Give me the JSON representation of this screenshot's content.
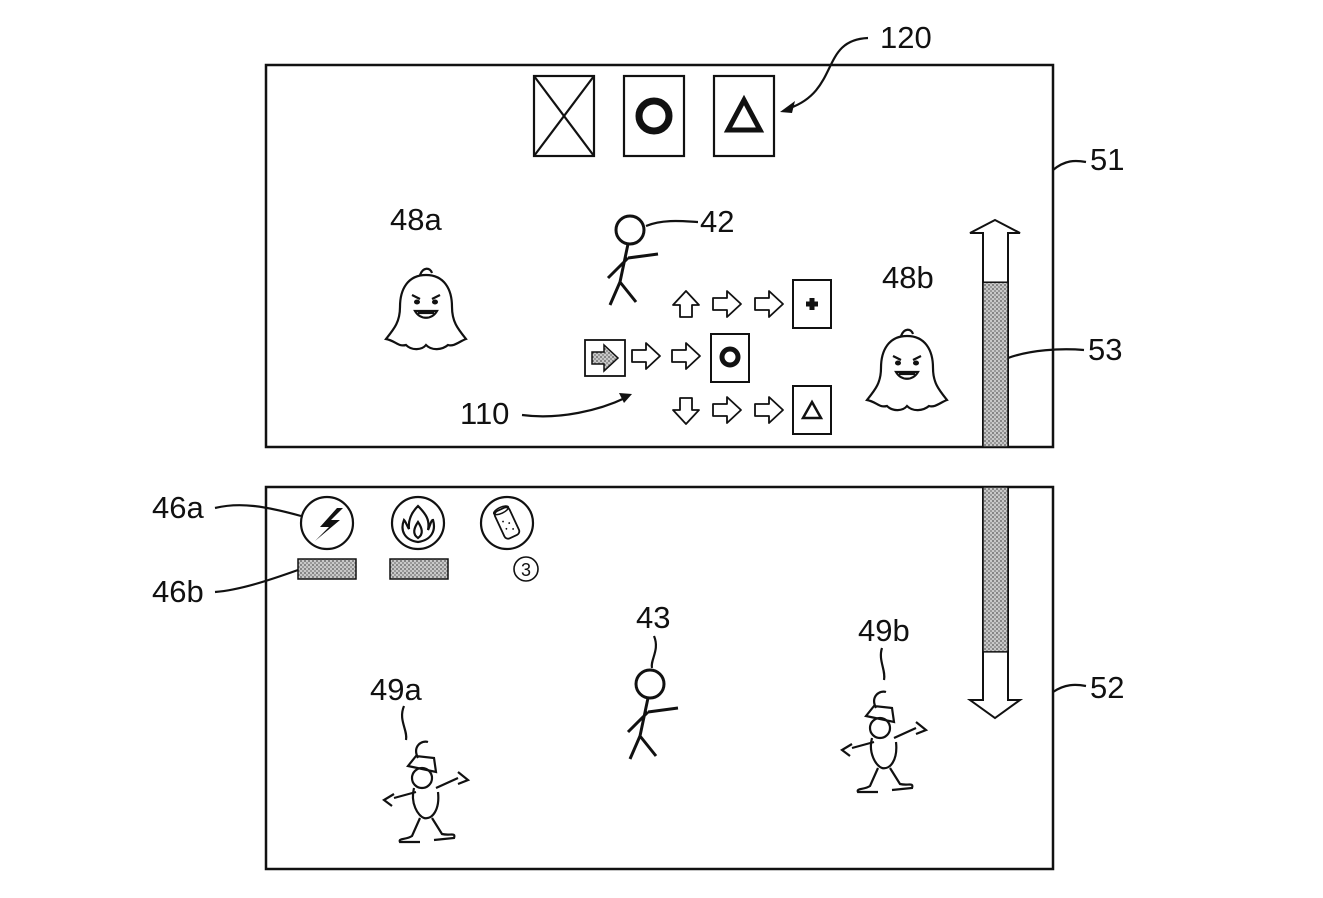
{
  "labels": {
    "ref_120": "120",
    "ref_51": "51",
    "ref_48a": "48a",
    "ref_42": "42",
    "ref_48b": "48b",
    "ref_53": "53",
    "ref_110": "110",
    "ref_46a": "46a",
    "ref_46b": "46b",
    "ref_43": "43",
    "ref_49a": "49a",
    "ref_49b": "49b",
    "ref_52": "52",
    "item_count": "3"
  },
  "gauge": {
    "upper_fill_fraction": 0.77,
    "lower_fill_fraction": 0.86
  },
  "icons": {
    "top_buttons": [
      "x-box-icon",
      "circle-button-icon",
      "triangle-button-icon"
    ],
    "combo_results": [
      "plus-button-icon",
      "circle-button-icon",
      "triangle-button-icon"
    ],
    "items": [
      "lightning-icon",
      "fire-icon",
      "canister-icon"
    ]
  }
}
